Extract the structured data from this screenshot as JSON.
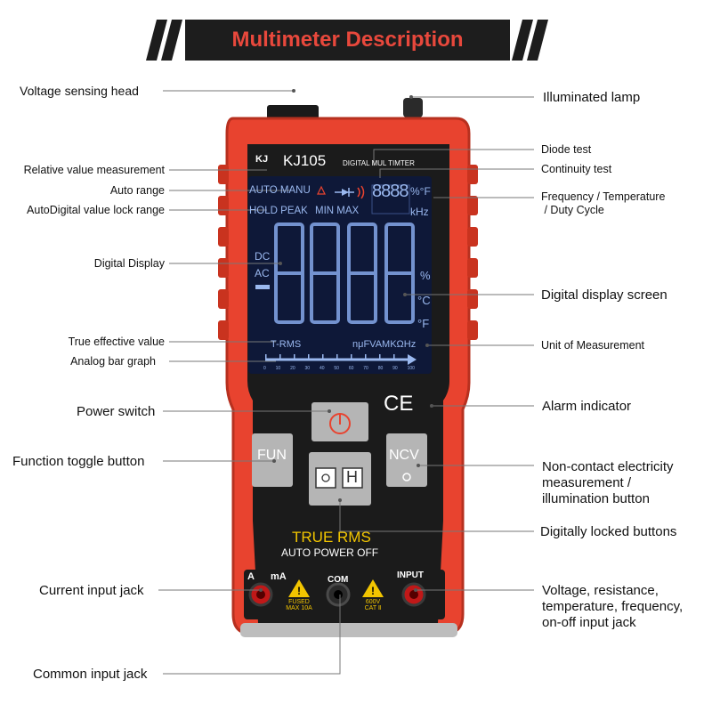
{
  "header": {
    "title": "Multimeter Description"
  },
  "device": {
    "logo": "KJ",
    "model": "KJ105",
    "subtitle": "DIGITAL MUL TIMTER",
    "lcd": {
      "auto_manu": "AUTO MANU",
      "hold_peak": "HOLD PEAK",
      "min_max": "MIN MAX",
      "small_digits": "8888",
      "pct_f": "%°F",
      "khz": "kHz",
      "dc": "DC",
      "ac": "AC",
      "big_digits": "8888",
      "pct": "%",
      "celsius": "°C",
      "fahrenheit": "°F",
      "trms": "T-RMS",
      "units": "nμFVAMKΩHz",
      "scale": [
        "0",
        "10",
        "20",
        "30",
        "40",
        "50",
        "60",
        "70",
        "80",
        "90",
        "100"
      ]
    },
    "buttons": {
      "fun": "FUN",
      "ncv": "NCV",
      "hold": "H"
    },
    "ce_mark": "CE",
    "true_rms": "TRUE  RMS",
    "auto_power_off": "AUTO POWER OFF",
    "jacks": {
      "a": "A",
      "ma": "mA",
      "com": "COM",
      "input": "INPUT",
      "fused": [
        "FUSED",
        "MAX 10A"
      ],
      "cat": [
        "600V",
        "CAT Ⅱ"
      ]
    }
  },
  "labels": {
    "voltage_sensing_head": "Voltage sensing head",
    "relative_value": "Relative value measurement",
    "auto_range": "Auto range",
    "autodigital_lock": "AutoDigital value lock range",
    "digital_display": "Digital Display",
    "true_effective": "True effective value",
    "analog_bar": "Analog bar graph",
    "power_switch": "Power switch",
    "function_toggle": "Function toggle button",
    "current_input": "Current input jack",
    "common_input": "Common input jack",
    "illuminated_lamp": "Illuminated lamp",
    "diode_test": "Diode test",
    "continuity_test": "Continuity test",
    "freq_temp_1": "Frequency / Temperature",
    "freq_temp_2": " / Duty Cycle",
    "digital_display_screen": "Digital display screen",
    "unit_measurement": "Unit of Measurement",
    "alarm_indicator": "Alarm indicator",
    "noncontact_1": "Non-contact electricity",
    "noncontact_2": "measurement /",
    "noncontact_3": "illumination button",
    "digitally_locked": "Digitally locked buttons",
    "voltage_res_1": "Voltage, resistance,",
    "voltage_res_2": "temperature, frequency,",
    "voltage_res_3": "on-off input jack"
  },
  "colors": {
    "body": "#e8432f",
    "lcd": "#0e1838",
    "lcd_text": "#9ab8ef",
    "banner_text": "#e8483c"
  }
}
